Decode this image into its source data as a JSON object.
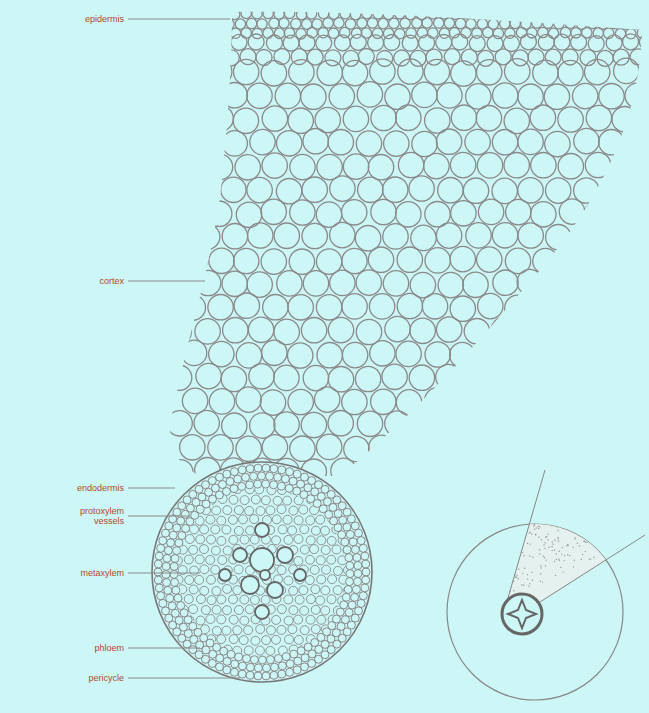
{
  "diagram": {
    "labels": [
      "epidermis",
      "cortex",
      "endodermis",
      "protoxylem vessels",
      "metaxylem",
      "phloem",
      "pericycle"
    ]
  }
}
